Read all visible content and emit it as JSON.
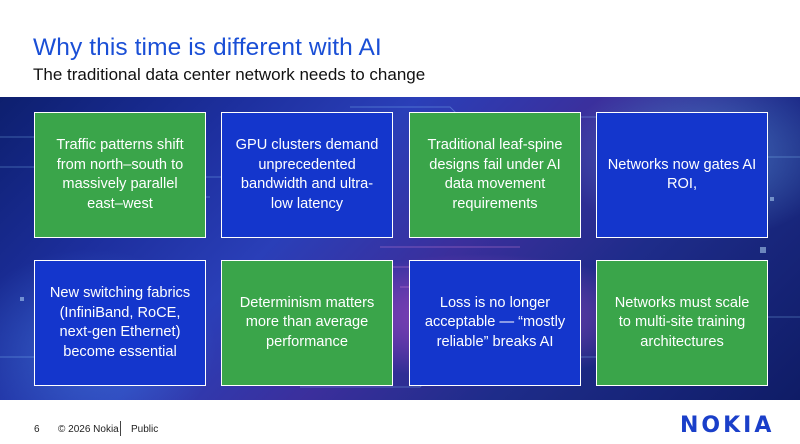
{
  "header": {
    "title": "Why this time is different with AI",
    "subtitle": "The traditional data center network needs to change"
  },
  "tiles": [
    {
      "label": "Traffic patterns shift from north–south to massively parallel east–west",
      "color": "#3aa54a"
    },
    {
      "label": "GPU clusters demand unprecedented bandwidth and ultra-low latency",
      "color": "#1436cc"
    },
    {
      "label": "Traditional leaf-spine designs fail under AI data movement requirements",
      "color": "#3aa54a"
    },
    {
      "label": "Networks now gates AI ROI,",
      "color": "#1436cc"
    },
    {
      "label": "New switching fabrics (InfiniBand, RoCE, next-gen Ethernet) become essential",
      "color": "#1436cc"
    },
    {
      "label": "Determinism matters more than average performance",
      "color": "#3aa54a"
    },
    {
      "label": "Loss is no longer acceptable — “mostly reliable” breaks AI",
      "color": "#1436cc"
    },
    {
      "label": "Networks must scale to multi-site training architectures",
      "color": "#3aa54a"
    }
  ],
  "footer": {
    "page_number": "6",
    "copyright": "© 2026 Nokia",
    "classification": "Public",
    "logo": "NOKIA"
  }
}
